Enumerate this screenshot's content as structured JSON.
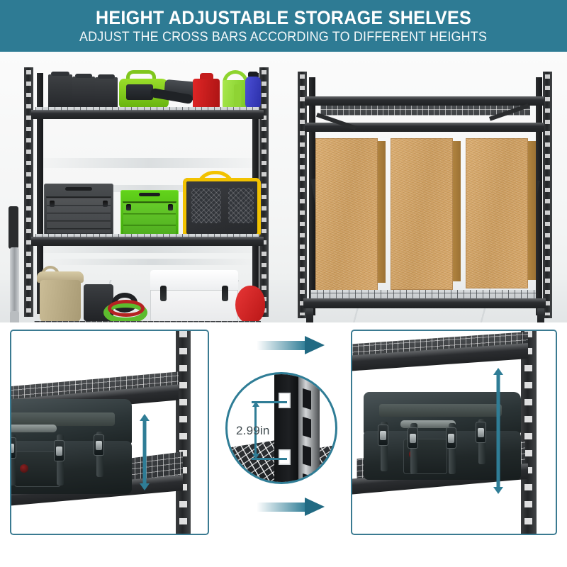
{
  "banner": {
    "title": "HEIGHT ADJUSTABLE STORAGE SHELVES",
    "subtitle": "ADJUST THE CROSS BARS ACCORDING TO DIFFERENT HEIGHTS",
    "background_color": "#2e7b94",
    "text_color": "#ffffff"
  },
  "hero": {
    "left_unit": {
      "name": "3-tier storage rack loaded with garage gear",
      "shelf_count": 3,
      "top_shelf_items": [
        "ammo-can-1",
        "ammo-can-2",
        "ammo-can-3",
        "green-leaf-blower",
        "red-gas-can",
        "green-watering-can",
        "blue-water-bottle"
      ],
      "middle_shelf_items": [
        "black-tool-chest",
        "green-tool-box",
        "yellow-black-pet-carrier"
      ],
      "bottom_shelf_items": [
        "tan-storage-drum",
        "hose-reel",
        "coiled-garden-hose",
        "white-cooler",
        "red-buoy"
      ],
      "side_items": [
        "aluminum-telescoping-ladder"
      ]
    },
    "right_unit": {
      "name": "2-tier storage rack holding plywood boards",
      "shelf_count": 2,
      "items": [
        "plywood-board-1",
        "plywood-board-2",
        "plywood-board-3"
      ],
      "board_count": 3
    }
  },
  "callout": {
    "measurement": "2.99in",
    "description": "slot-pitch-on-upright-post",
    "accent_color": "#2f7d96"
  },
  "panels": {
    "left": {
      "name": "low-shelf-position",
      "caption": "",
      "item": "black-hard-storage-case",
      "arrow": "height-clearance-arrow"
    },
    "right": {
      "name": "raised-shelf-position",
      "caption": "",
      "item": "black-hard-storage-case",
      "arrow": "height-clearance-arrow"
    },
    "border_color": "#3a7a91"
  },
  "flow_arrows": [
    {
      "name": "top-flow-arrow",
      "direction": "right",
      "color": "#216a83"
    },
    {
      "name": "bottom-flow-arrow",
      "direction": "right",
      "color": "#216a83"
    }
  ]
}
